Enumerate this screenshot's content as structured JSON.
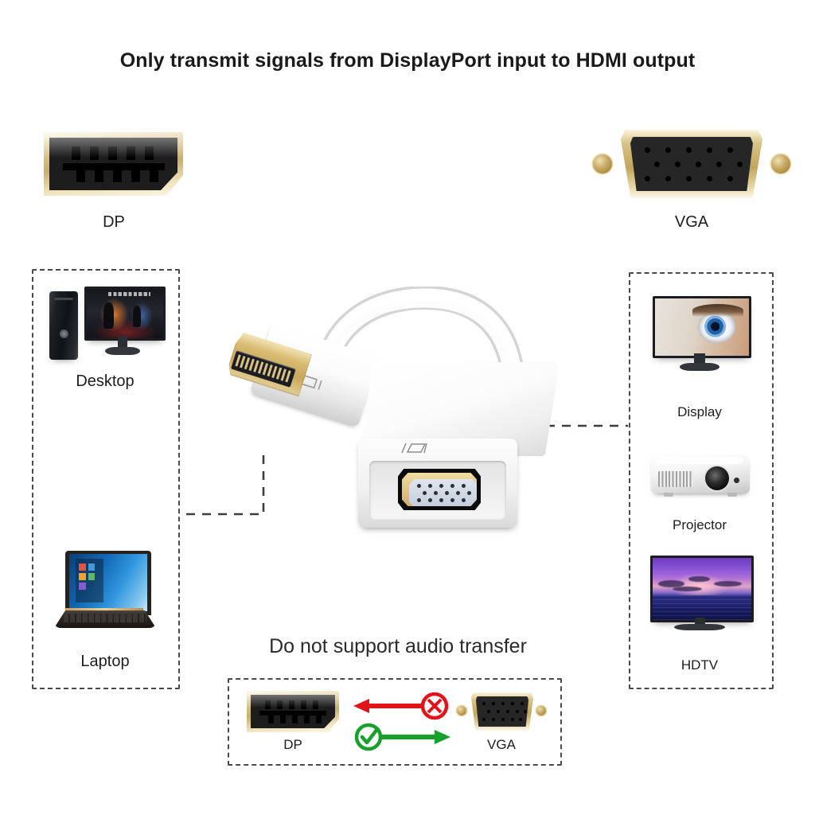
{
  "title": "Only transmit signals from DisplayPort input to HDMI output",
  "top_connectors": {
    "dp": {
      "label": "DP",
      "icon": "displayport-female-connector",
      "top_pins": 5,
      "bottom_pins": 5
    },
    "vga": {
      "label": "VGA",
      "icon": "vga-female-connector",
      "pin_rows": [
        5,
        5,
        5
      ]
    }
  },
  "source_group": {
    "name": "input-sources",
    "items": [
      {
        "label": "Desktop",
        "icon": "desktop-computer-image"
      },
      {
        "label": "Laptop",
        "icon": "laptop-computer-image"
      }
    ]
  },
  "output_group": {
    "name": "output-devices",
    "items": [
      {
        "label": "Display",
        "icon": "monitor-image"
      },
      {
        "label": "Projector",
        "icon": "projector-image"
      },
      {
        "label": "HDTV",
        "icon": "hdtv-image"
      }
    ]
  },
  "product": {
    "name": "DisplayPort to VGA adapter",
    "input_end": "displayport-male-plug",
    "output_end": "vga-female-port",
    "dp_port_icon": "display-symbol",
    "vga_port_icon": "display-symbol"
  },
  "audio_note": {
    "heading": "Do not support audio transfer",
    "left_label": "DP",
    "right_label": "VGA",
    "forbidden_icon": "circle-x-icon",
    "allowed_icon": "circle-check-icon",
    "reverse_direction_supported": false,
    "forward_direction_supported": true
  },
  "colors": {
    "red": "#e0141a",
    "green": "#18a12a",
    "gold": "#c8a85d",
    "dash": "#4a4a4a",
    "text": "#1d1d1d"
  }
}
